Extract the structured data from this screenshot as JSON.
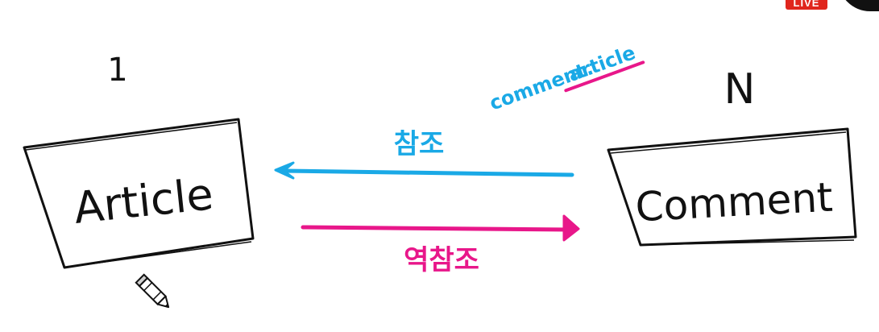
{
  "overlay": {
    "live_label": "LIVE"
  },
  "diagram": {
    "left_cardinality": "1",
    "right_cardinality": "N",
    "left_entity": "Article",
    "right_entity": "Comment",
    "reference_label": "참조",
    "reverse_reference_label": "역참조",
    "access_code_prefix": "comment.",
    "access_code_suffix": "article"
  },
  "colors": {
    "ink": "#111111",
    "reference_arrow": "#1aa9e6",
    "reverse_arrow": "#e8178a",
    "live_badge": "#e0261d"
  },
  "icons": {
    "cursor": "pencil-cursor-icon"
  }
}
